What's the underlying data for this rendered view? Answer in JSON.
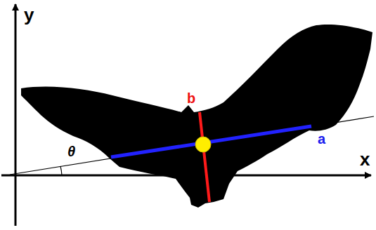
{
  "diagram": {
    "labels": [
      "y",
      "θ",
      "b",
      "a",
      "x"
    ]
  }
}
